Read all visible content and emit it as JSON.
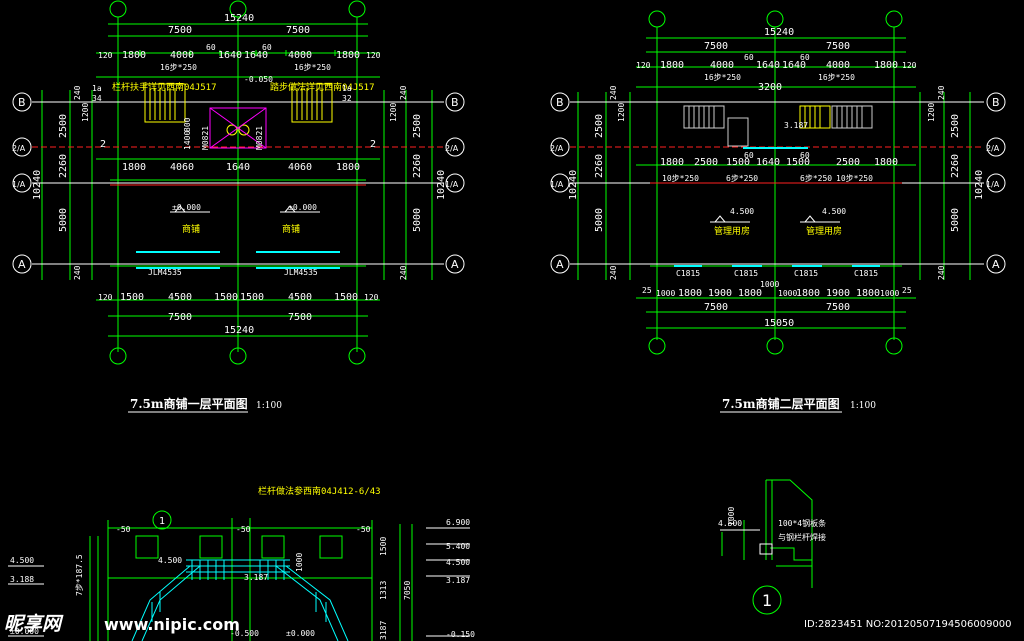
{
  "plan1": {
    "title": "7.5m商铺一层平面图",
    "scale": "1:100",
    "dims": {
      "total_top": "15240",
      "half_left": "7500",
      "half_right": "7500",
      "t120l": "120",
      "t120r": "120",
      "t60a": "60",
      "t60b": "60",
      "t1800a": "1800",
      "t4000a": "4000",
      "t1640a": "1640",
      "t1640b": "1640",
      "t4000b": "4000",
      "t1800b": "1800",
      "stairA": "16步*250",
      "stairB": "16步*250",
      "m1800a": "1800",
      "m4060a": "4060",
      "m1640": "1640",
      "m4060b": "4060",
      "m1800b": "1800",
      "b120l": "120",
      "b1500a": "1500",
      "b4500a": "4500",
      "b1500b": "1500",
      "b1500c": "1500",
      "b4500b": "4500",
      "b1500d": "1500",
      "b120r": "120",
      "bot7500a": "7500",
      "bot7500b": "7500",
      "bot_total": "15240",
      "v2500": "2500",
      "v1200": "1200",
      "v2260": "2260",
      "v5000": "5000",
      "v10240": "10240",
      "v240a": "240",
      "v240b": "240",
      "v2500r": "2500",
      "v1200r": "1200",
      "v2260r": "2260",
      "v5000r": "5000",
      "v10240r": "10240",
      "v240ra": "240",
      "v240rb": "240"
    },
    "labels": {
      "elev0a": "±0.000",
      "elev0b": "±0.000",
      "room_a": "商铺",
      "room_b": "商铺",
      "door_a": "JLM4535",
      "door_b": "JLM4535",
      "note_a": "栏杆扶手详见西南04J517",
      "note_b": "踏步做法详见西南04J517",
      "elev_stair": "-0.050",
      "marker_l_top": "1a",
      "marker_l_bot": "34",
      "marker_r_top": "1a",
      "marker_r_bot": "32",
      "num2l": "2",
      "num2r": "2",
      "m1821a": "M0821",
      "m1821b": "M0821",
      "v800": "800",
      "v1400": "1400"
    }
  },
  "plan2": {
    "title": "7.5m商铺二层平面图",
    "scale": "1:100",
    "dims": {
      "total_top": "15240",
      "half_left": "7500",
      "half_right": "7500",
      "t120l": "120",
      "t120r": "120",
      "t60a": "60",
      "t60b": "60",
      "t1800a": "1800",
      "t4000a": "4000",
      "t1640a": "1640",
      "t1640b": "1640",
      "t4000b": "4000",
      "t1800b": "1800",
      "stairA": "16步*250",
      "stairB": "16步*250",
      "t3200": "3200",
      "m1800": "1800",
      "m2500a": "2500",
      "m1500a": "1500",
      "m1640": "1640",
      "m1500b": "1500",
      "m2500b": "2500",
      "m1800b": "1800",
      "s10a": "10步*250",
      "s6a": "6步*250",
      "s6b": "6步*250",
      "s10b": "10步*250",
      "m60a": "60",
      "m60b": "60",
      "b25l": "25",
      "b1000a": "1000",
      "b1800a": "1800",
      "b1900a": "1900",
      "b1800b": "1800",
      "b1000b": "1000",
      "b1000c": "1000",
      "b1800c": "1800",
      "b1900b": "1900",
      "b1800d": "1800",
      "b1000d": "1000",
      "b25r": "25",
      "bot7500a": "7500",
      "bot7500b": "7500",
      "bot_total": "15050",
      "v2500": "2500",
      "v1200": "1200",
      "v2260": "2260",
      "v5000": "5000",
      "v10240": "10240",
      "v240a": "240",
      "v240b": "240",
      "v2500r": "2500",
      "v1200r": "1200",
      "v2260r": "2260",
      "v5000r": "5000",
      "v10240r": "10240",
      "v240ra": "240",
      "v240rb": "240"
    },
    "labels": {
      "elev_a": "4.500",
      "elev_b": "4.500",
      "room_a": "管理用房",
      "room_b": "管理用房",
      "win_a": "C1815",
      "win_b": "C1815",
      "win_c": "C1815",
      "win_d": "C1815",
      "elev_stair": "3.187"
    }
  },
  "axes": {
    "A": "A",
    "B": "B",
    "1A": "1/A",
    "2A": "2/A",
    "one": "1",
    "two": "2"
  },
  "elevation": {
    "note": "栏杆做法参西南04J412-6/43",
    "marker": "1",
    "l_4500": "4.500",
    "l_3188": "3.188",
    "l_000": "±0.000",
    "r_6900": "6.900",
    "r_5400": "5.400",
    "r_4500": "4.500",
    "r_3187": "3.187",
    "r_0150": "-0.150",
    "v1500": "1500",
    "v1313": "1313",
    "v7050": "7050",
    "v3187": "3187",
    "v1000": "1000",
    "c4500": "4.500",
    "c3187": "3.187",
    "c0500": "-0.500",
    "c0000": "±0.000",
    "vl": "7步*187.5"
  },
  "detail": {
    "elev": "4.500",
    "note1": "100*4钢板条",
    "note2": "与钢栏杆焊接",
    "v1000": "1000",
    "marker": "1"
  },
  "watermark": {
    "brand": "昵享网",
    "url": "www.nipic.com",
    "id": "ID:2823451 NO:20120507194506009000"
  }
}
